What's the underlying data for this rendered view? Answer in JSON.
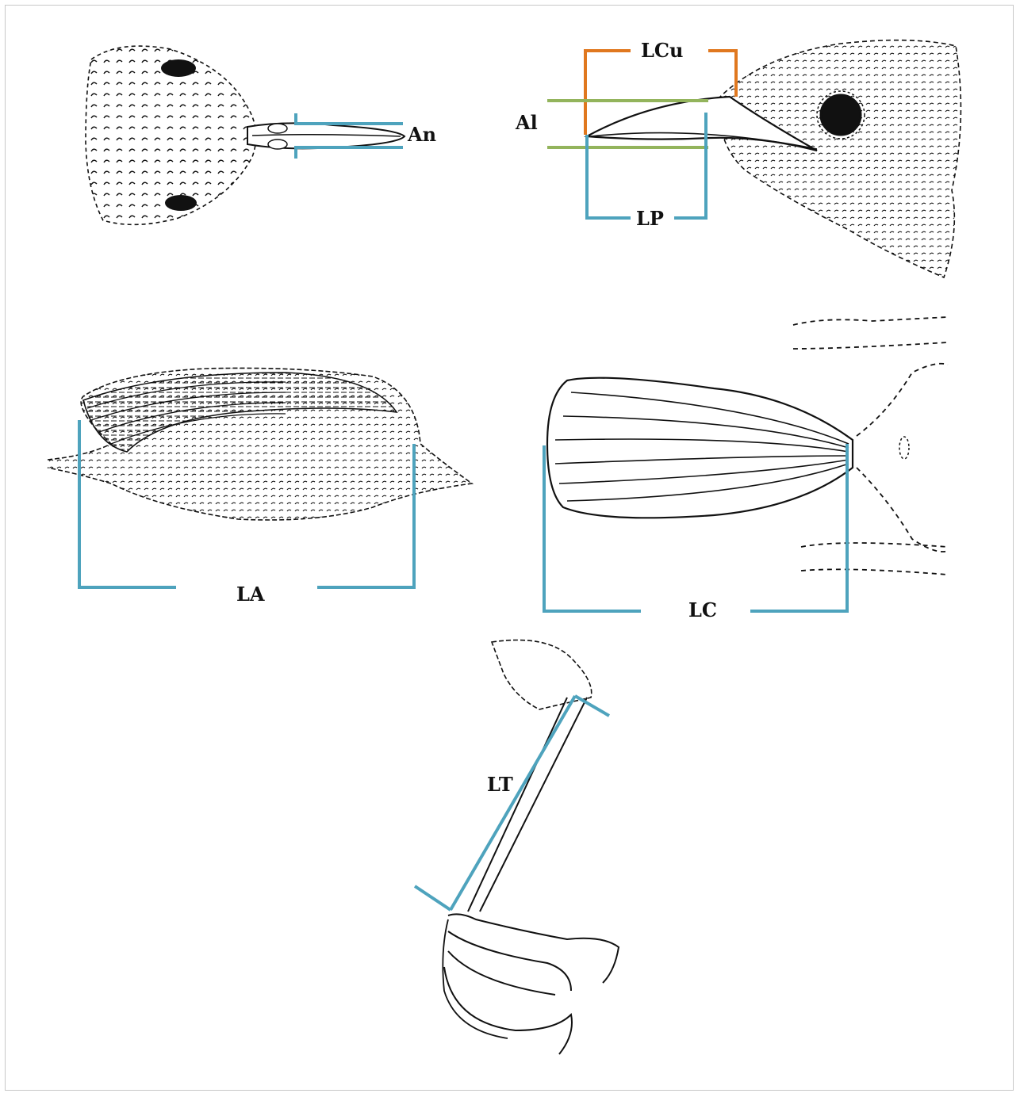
{
  "figure": {
    "panels": [
      {
        "id": "head-dorsal",
        "description_icon": "bird-head-dorsal-view-icon"
      },
      {
        "id": "head-lateral",
        "description_icon": "bird-head-lateral-view-icon"
      },
      {
        "id": "wing",
        "description_icon": "folded-wing-icon"
      },
      {
        "id": "tail",
        "description_icon": "tail-feathers-icon"
      },
      {
        "id": "leg",
        "description_icon": "tarsus-foot-icon"
      }
    ],
    "labels": {
      "an": "An",
      "lcu": "LCu",
      "al": "Al",
      "lp": "LP",
      "la": "LA",
      "lc": "LC",
      "lt": "LT"
    },
    "colors": {
      "blue": "#4ea3bd",
      "orange": "#e0781f",
      "green": "#93b45c",
      "ink": "#111111"
    }
  }
}
